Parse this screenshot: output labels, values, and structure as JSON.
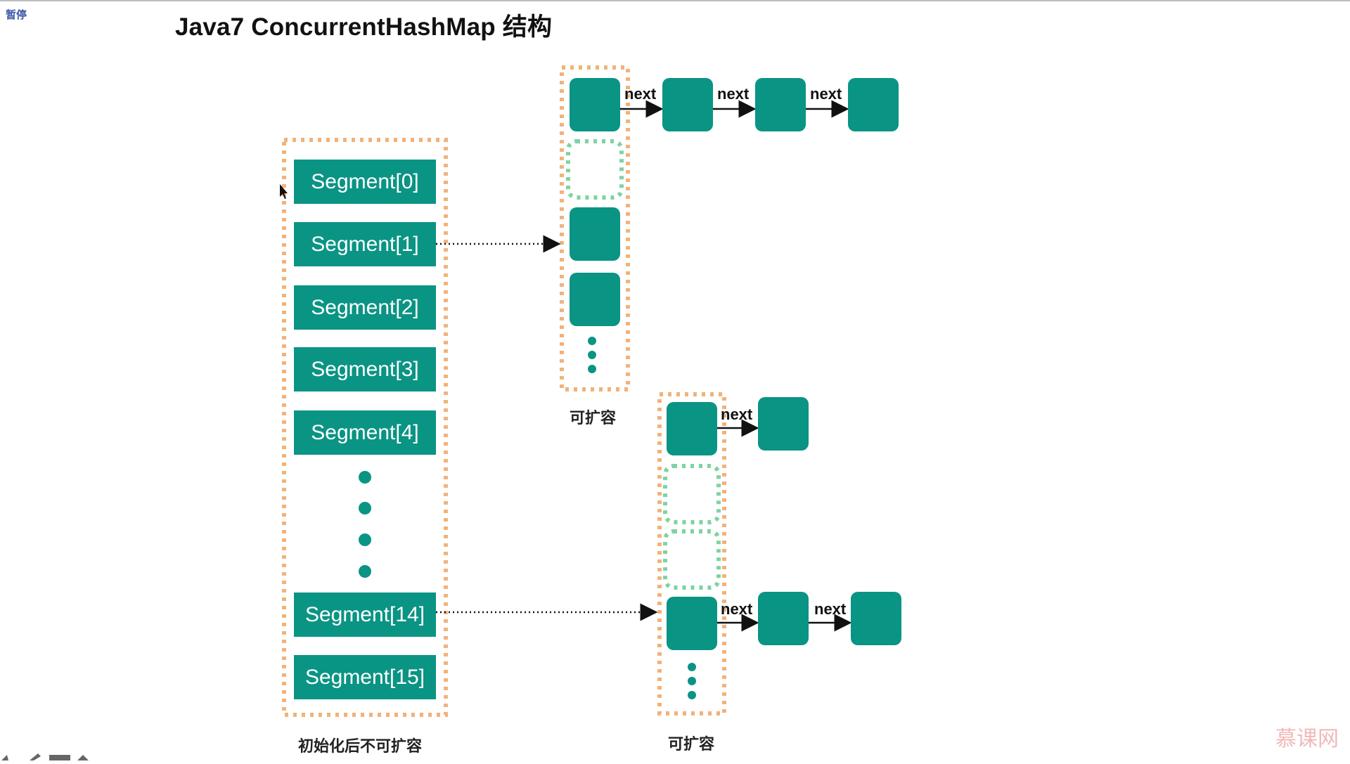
{
  "header": {
    "pause_label": "暂停",
    "title": "Java7 ConcurrentHashMap 结构"
  },
  "segments": [
    "Segment[0]",
    "Segment[1]",
    "Segment[2]",
    "Segment[3]",
    "Segment[4]",
    "Segment[14]",
    "Segment[15]"
  ],
  "captions": {
    "segment_array": "初始化后不可扩容",
    "table_top": "可扩容",
    "table_bottom": "可扩容"
  },
  "link_label": "next",
  "watermark": "慕课网",
  "colors": {
    "node": "#0a9484",
    "segment": "#0a9484",
    "container_border": "#f2b27a",
    "empty_slot_border": "#7fd3a0"
  }
}
